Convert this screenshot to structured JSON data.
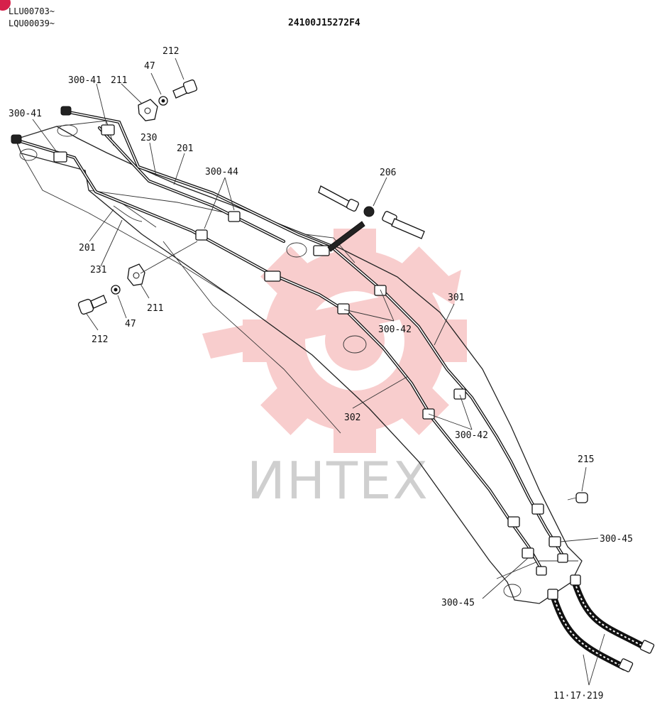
{
  "header": {
    "serial_1": "LLU00703~",
    "serial_2": "LQU00039~",
    "drawing_number": "24100J15272F4"
  },
  "watermark": {
    "text": "ИНТЕХ",
    "color": "#f4a3a3"
  },
  "callouts": {
    "c_212_top": "212",
    "c_47_top": "47",
    "c_300_41_a": "300-41",
    "c_211_top": "211",
    "c_300_41_b": "300-41",
    "c_230": "230",
    "c_201_top": "201",
    "c_300_44": "300-44",
    "c_206": "206",
    "c_201_left": "201",
    "c_231": "231",
    "c_211_bottom": "211",
    "c_212_bottom": "212",
    "c_47_bottom": "47",
    "c_301": "301",
    "c_300_42_a": "300-42",
    "c_302": "302",
    "c_300_42_b": "300-42",
    "c_215": "215",
    "c_300_45_a": "300-45",
    "c_300_45_b": "300-45",
    "c_11_17_219": "11·17·219"
  }
}
